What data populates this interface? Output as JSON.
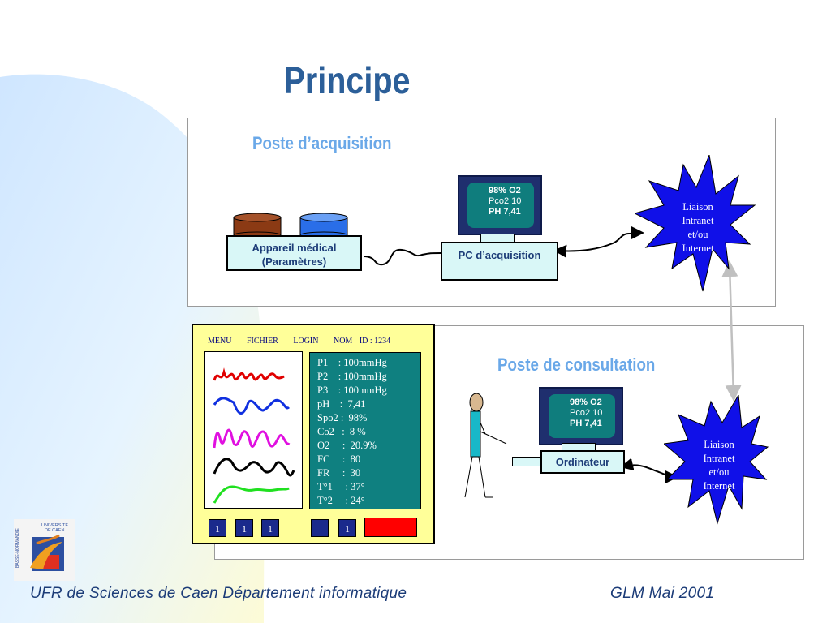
{
  "title": "Principe",
  "acquisition": {
    "section_label": "Poste d’acquisition",
    "device_label_line1": "Appareil médical",
    "device_label_line2": "(Paramètres)",
    "pc_label": "PC d’acquisition",
    "screen_lines": [
      "98% O2",
      "Pco2 10",
      "PH 7,41"
    ]
  },
  "consultation": {
    "section_label": "Poste de consultation",
    "computer_label": "Ordinateur",
    "screen_lines": [
      "98% O2",
      "Pco2 10",
      "PH 7,41"
    ]
  },
  "network_star_1": [
    "Liaison",
    "Intranet",
    "et/ou",
    "Internet"
  ],
  "network_star_2": [
    "Liaison",
    "Intranet",
    "et/ou",
    "Internet"
  ],
  "app": {
    "menu": [
      "MENU",
      "FICHIER",
      "LOGIN",
      "NOM",
      "ID : 1234"
    ],
    "params": [
      "P1    : 100mmHg",
      "P2    : 100mmHg",
      "P3    : 100mmHg",
      "pH    :  7,41",
      "Spo2 :  98%",
      "Co2   :  8 %",
      "O2     :  20.9%",
      "FC     :  80",
      "FR     :  30",
      "T°1     : 37°",
      "T°2     : 24°"
    ],
    "buttons": [
      "1",
      "1",
      "1",
      "",
      "1"
    ],
    "wave_colors": [
      "#e00000",
      "#1030e0",
      "#e010e0",
      "#000000",
      "#20e020"
    ]
  },
  "footer": {
    "left": "UFR de Sciences  de Caen Département informatique",
    "right": "GLM  Mai 2001"
  },
  "colors": {
    "title": "#2c5f99",
    "section_label": "#6aa8e8",
    "star": "#1010e8",
    "app_bg": "#ffff99",
    "params_bg": "#0f8080"
  },
  "logo_text": [
    "UNIVERSITÉ",
    "DE CAEN",
    "BASSE-NORMANDIE"
  ]
}
